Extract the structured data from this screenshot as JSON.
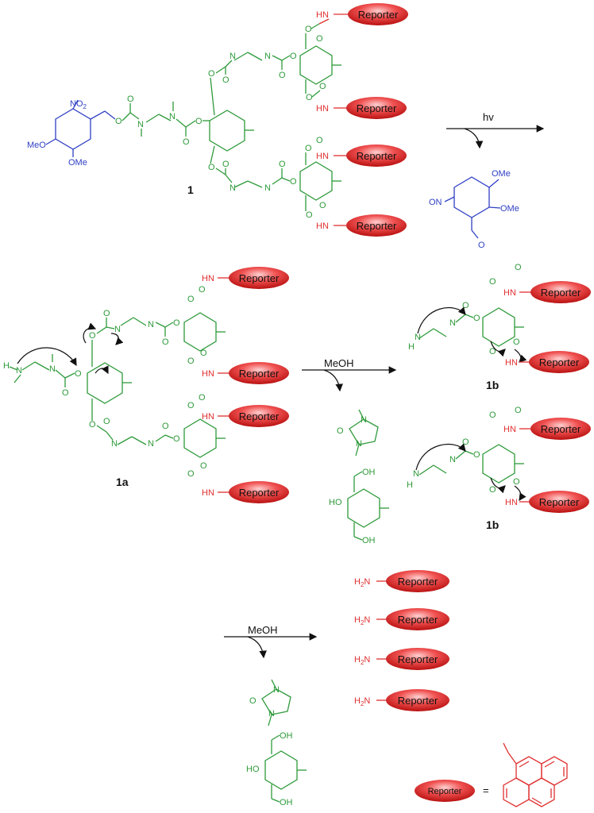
{
  "compounds": {
    "c1": "1",
    "c1a": "1a",
    "c1b": "1b"
  },
  "conditions": {
    "hv": "hv",
    "meoh": "MeOH"
  },
  "reporter": "Reporter",
  "atoms": {
    "no2": "NO",
    "no2_sub": "2",
    "ome": "OMe",
    "meo": "MeO",
    "on": "ON",
    "o": "O",
    "n": "N",
    "h": "H",
    "hn": "HN",
    "ho": "HO",
    "oh": "OH",
    "h2n_h": "H",
    "h2n_sub": "2",
    "h2n_n": "N",
    "equals": "="
  },
  "colors": {
    "blue": "#2f3fc4",
    "green": "#2e9a3a",
    "red": "#e03030",
    "black": "#111111"
  }
}
